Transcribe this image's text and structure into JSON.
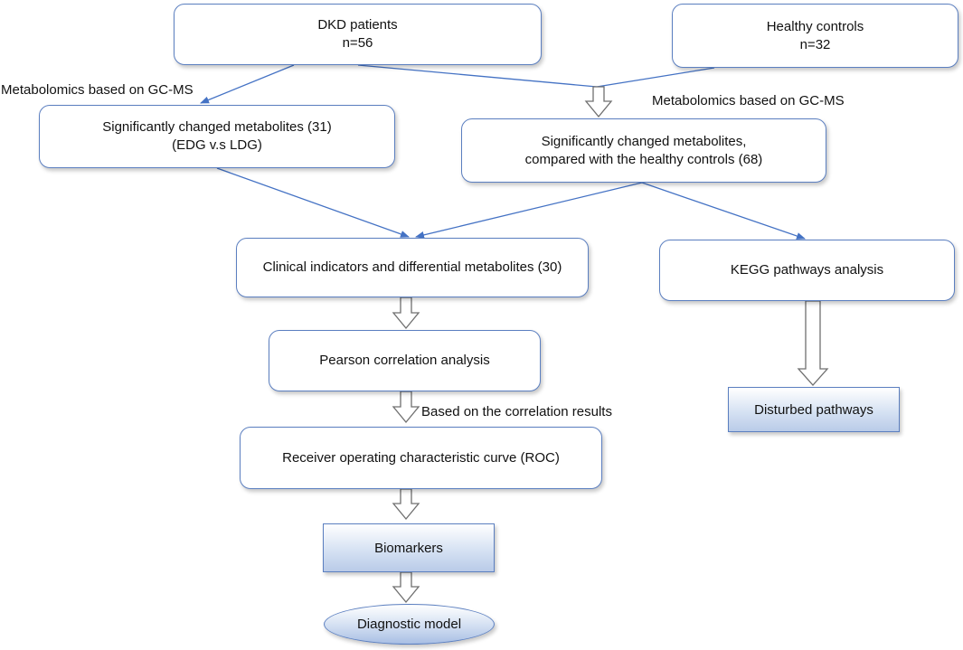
{
  "nodes": {
    "dkd": {
      "line1": "DKD patients",
      "line2": "n=56"
    },
    "healthy": {
      "line1": "Healthy controls",
      "line2": "n=32"
    },
    "sig31": {
      "line1": "Significantly changed metabolites (31)",
      "line2": "(EDG v.s LDG)"
    },
    "sig68": {
      "line1": "Significantly changed metabolites,",
      "line2": "compared with the healthy controls (68)"
    },
    "clinical": {
      "text": "Clinical indicators and differential metabolites (30)"
    },
    "kegg": {
      "text": "KEGG pathways analysis"
    },
    "pearson": {
      "text": "Pearson correlation analysis"
    },
    "disturbed": {
      "text": "Disturbed pathways"
    },
    "roc": {
      "text": "Receiver operating characteristic curve (ROC)"
    },
    "biomarkers": {
      "text": "Biomarkers"
    },
    "diagnostic": {
      "text": "Diagnostic model"
    }
  },
  "labels": {
    "gcms_left": "Metabolomics based on GC-MS",
    "gcms_right": "Metabolomics based on GC-MS",
    "correlation": "Based on the correlation results"
  },
  "colors": {
    "border": "#5b7fc0",
    "connector": "#4472c4",
    "hollow_arrow": "#6f6f6f"
  }
}
